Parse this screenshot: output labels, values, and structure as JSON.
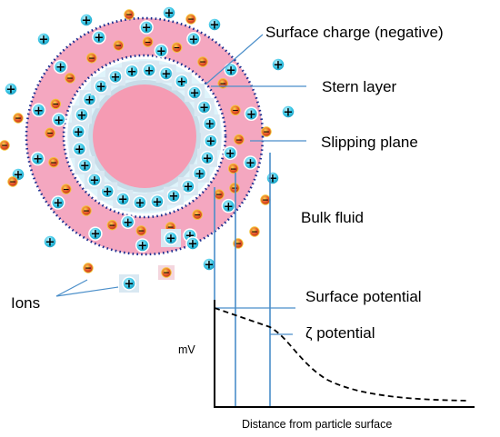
{
  "labels": {
    "surface_charge": "Surface charge (negative)",
    "stern_layer": "Stern layer",
    "slipping_plane": "Slipping plane",
    "bulk_fluid": "Bulk fluid",
    "ions": "Ions",
    "surface_potential": "Surface potential",
    "zeta_potential": "ζ potential",
    "y_axis": "mV",
    "x_axis": "Distance from particle surface"
  },
  "symbols": {
    "cation": "+",
    "anion": "−"
  },
  "colors": {
    "particle_core": "#f59bb3",
    "core_border": "#c8dce8",
    "outer_ring": "#f4a7c0",
    "ring_dots": "#1b2d8f",
    "cation_fill": "#38c6e6",
    "anion_fill": "#e8562a",
    "anion_rim": "#f3c234",
    "leader_line": "#4a8ec9",
    "curve": "#000000"
  }
}
